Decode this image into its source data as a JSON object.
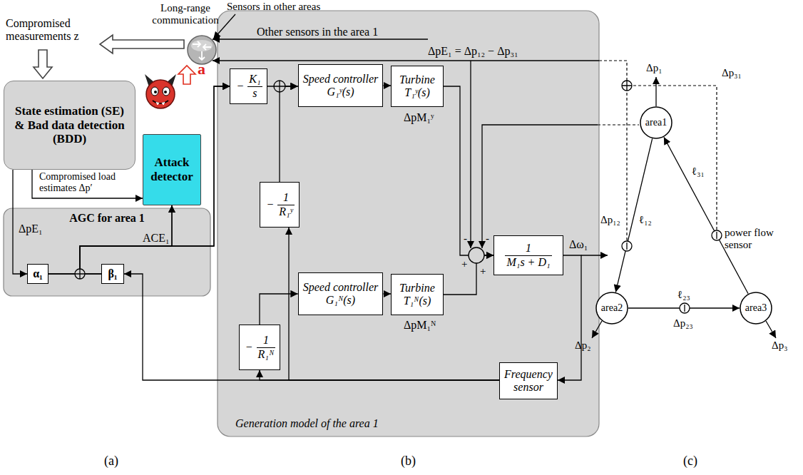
{
  "diagram": {
    "nodes": [
      {
        "text": [
          "State estimation (SE) & Bad data detection (BDD)"
        ]
      },
      {
        "text": [
          "Attack detector"
        ]
      },
      {
        "text": [
          "AGC for area 1"
        ]
      },
      {
        "text": [
          "α₁"
        ],
        "in": 2
      },
      {
        "text": [
          "β₁"
        ],
        "in": 2
      },
      {
        "text": [
          "Generation model of the area 1"
        ]
      },
      {
        "text": [
          "−",
          "K₁",
          "s"
        ],
        "in": 5
      },
      {
        "text": [
          "Speed controller",
          "G₁ʸ(s)"
        ],
        "in": 5
      },
      {
        "text": [
          "Turbine",
          "T₁ʸ(s)"
        ],
        "in": 5
      },
      {
        "text": [
          "−",
          "1",
          "R₁ʸ"
        ],
        "in": 5
      },
      {
        "text": [
          "Speed controller",
          "G₁ᴺ(s)"
        ],
        "in": 5
      },
      {
        "text": [
          "Turbine",
          "T₁ᴺ(s)"
        ],
        "in": 5
      },
      {
        "text": [
          "−",
          "1",
          "R₁ᴺ"
        ],
        "in": 5
      },
      {
        "text": [
          "1",
          "M₁s + D₁"
        ],
        "in": 5
      },
      {
        "text": [
          "Frequency sensor"
        ],
        "in": 5
      },
      {
        "text": [
          "area1"
        ]
      },
      {
        "text": [
          "area2"
        ]
      },
      {
        "text": [
          "area3"
        ]
      }
    ],
    "edges": [
      {
        "from": 0,
        "to": 3,
        "arrow": "to",
        "label": "ΔpE₁"
      },
      {
        "from": 0,
        "to": 1,
        "arrow": "to",
        "label": "Compromised load estimates Δp′"
      },
      {
        "from": 3,
        "to": 6,
        "arrow": "to"
      },
      {
        "from": 4,
        "to": 6,
        "arrow": "to"
      },
      {
        "from": 3,
        "to": 1,
        "arrow": "to"
      },
      {
        "from": 4,
        "to": 1,
        "arrow": "to"
      },
      {
        "from": 6,
        "to": 7,
        "arrow": "to"
      },
      {
        "from": 9,
        "to": 7,
        "arrow": "to"
      },
      {
        "from": 7,
        "to": 8,
        "arrow": "to"
      },
      {
        "from": 8,
        "to": 13,
        "arrow": "to"
      },
      {
        "from": 10,
        "to": 11,
        "arrow": "to"
      },
      {
        "from": 11,
        "to": 13,
        "arrow": "to"
      },
      {
        "from": 12,
        "to": 10,
        "arrow": "to"
      },
      {
        "from": 13,
        "to": 14,
        "arrow": "to"
      },
      {
        "from": 14,
        "to": 9,
        "arrow": "to"
      },
      {
        "from": 14,
        "to": 12,
        "arrow": "to"
      },
      {
        "from": 14,
        "to": 4,
        "arrow": "to"
      },
      {
        "from": 15,
        "to": 16,
        "arrow": "to"
      },
      {
        "from": 16,
        "to": 17,
        "arrow": "to"
      },
      {
        "from": 17,
        "to": 15,
        "arrow": "to"
      }
    ],
    "labels": [
      "Long-range communication",
      "Sensors in other areas",
      "Compromised measurements z",
      "a",
      "ACE₁",
      "Other sensors in the area 1",
      "ΔpE₁ = Δp₁₂ − Δp₃₁",
      "ΔpM₁ʸ",
      "ΔpM₁ᴺ",
      "+",
      "-",
      "-",
      "+",
      "Δω₁",
      "Δp₁",
      "Δp₃₁",
      "Δp₁₂",
      "ℓ₁₂",
      "ℓ₃₁",
      "power flow sensor",
      "ℓ₂₃",
      "Δp₂₃",
      "Δp₂",
      "Δp₃",
      "(a)",
      "(b)",
      "(c)"
    ]
  }
}
